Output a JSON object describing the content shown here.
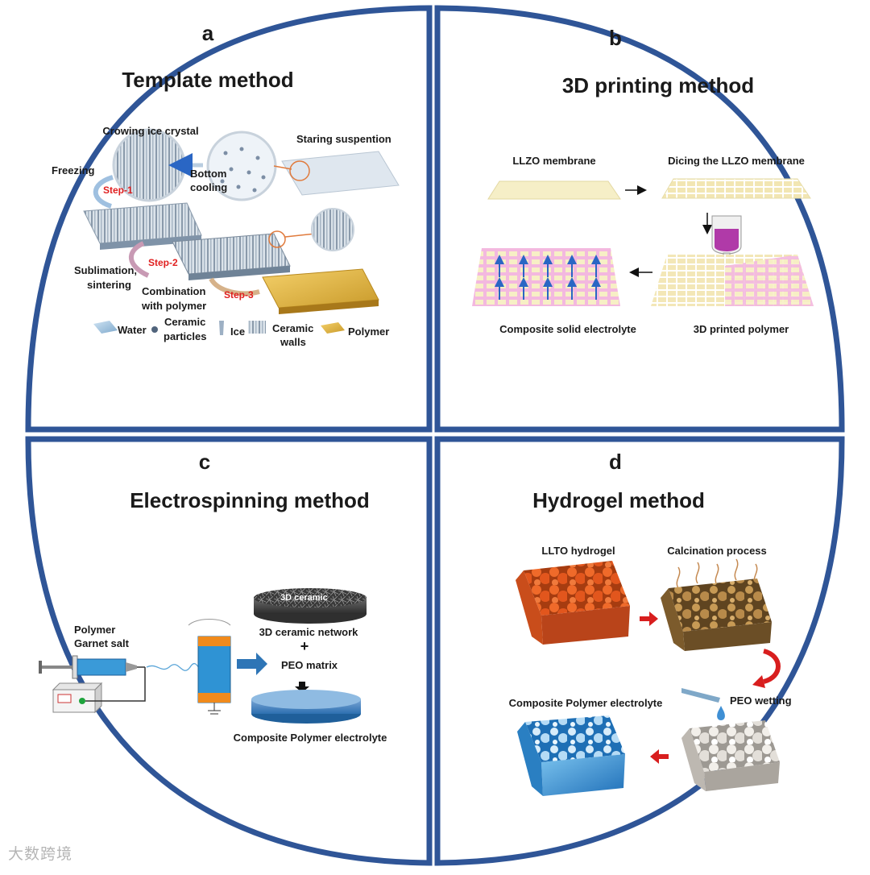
{
  "panels": {
    "a": {
      "letter": "a",
      "title": "Template method",
      "labels": {
        "growing": "Crowing ice crystal",
        "starting": "Staring suspention",
        "freezing": "Freezing",
        "bottom": "Bottom",
        "cooling": "cooling",
        "step1": "Step-1",
        "step2": "Step-2",
        "step3": "Step-3",
        "sublimation": "Sublimation,",
        "sintering": "sintering",
        "combination": "Combination",
        "with_polymer": "with polymer"
      },
      "legend": {
        "water": "Water",
        "ceramic_particles_1": "Ceramic",
        "ceramic_particles_2": "particles",
        "ice": "Ice",
        "ceramic_walls_1": "Ceramic",
        "ceramic_walls_2": "walls",
        "polymer": "Polymer"
      }
    },
    "b": {
      "letter": "b",
      "title": "3D printing method",
      "labels": {
        "llzo": "LLZO membrane",
        "dicing": "Dicing the LLZO membrane",
        "composite": "Composite solid electrolyte",
        "printed": "3D printed polymer"
      }
    },
    "c": {
      "letter": "c",
      "title": "Electrospinning method",
      "labels": {
        "polymer": "Polymer",
        "garnet": "Garnet salt",
        "ceramic_3d": "3D ceramic",
        "network": "3D ceramic network",
        "plus": "+",
        "peo": "PEO matrix",
        "composite": "Composite Polymer electrolyte"
      }
    },
    "d": {
      "letter": "d",
      "title": "Hydrogel method",
      "labels": {
        "hydrogel": "LLTO hydrogel",
        "calcination": "Calcination process",
        "composite": "Composite Polymer electrolyte",
        "wetting": "PEO wetting"
      }
    }
  },
  "watermark": "大数跨境",
  "colors": {
    "ring": "#2f5597",
    "step": "#e02020",
    "arrow_blue": "#3f7fc8",
    "arrow_red": "#d81e1e",
    "llzo": "#f6efc7",
    "polymer_pink": "#f3b8df",
    "hydrogel": "#e2561d",
    "calcined": "#b88a4a",
    "wetted": "#e8e4df",
    "composite_blue": "#3a9ad8"
  }
}
